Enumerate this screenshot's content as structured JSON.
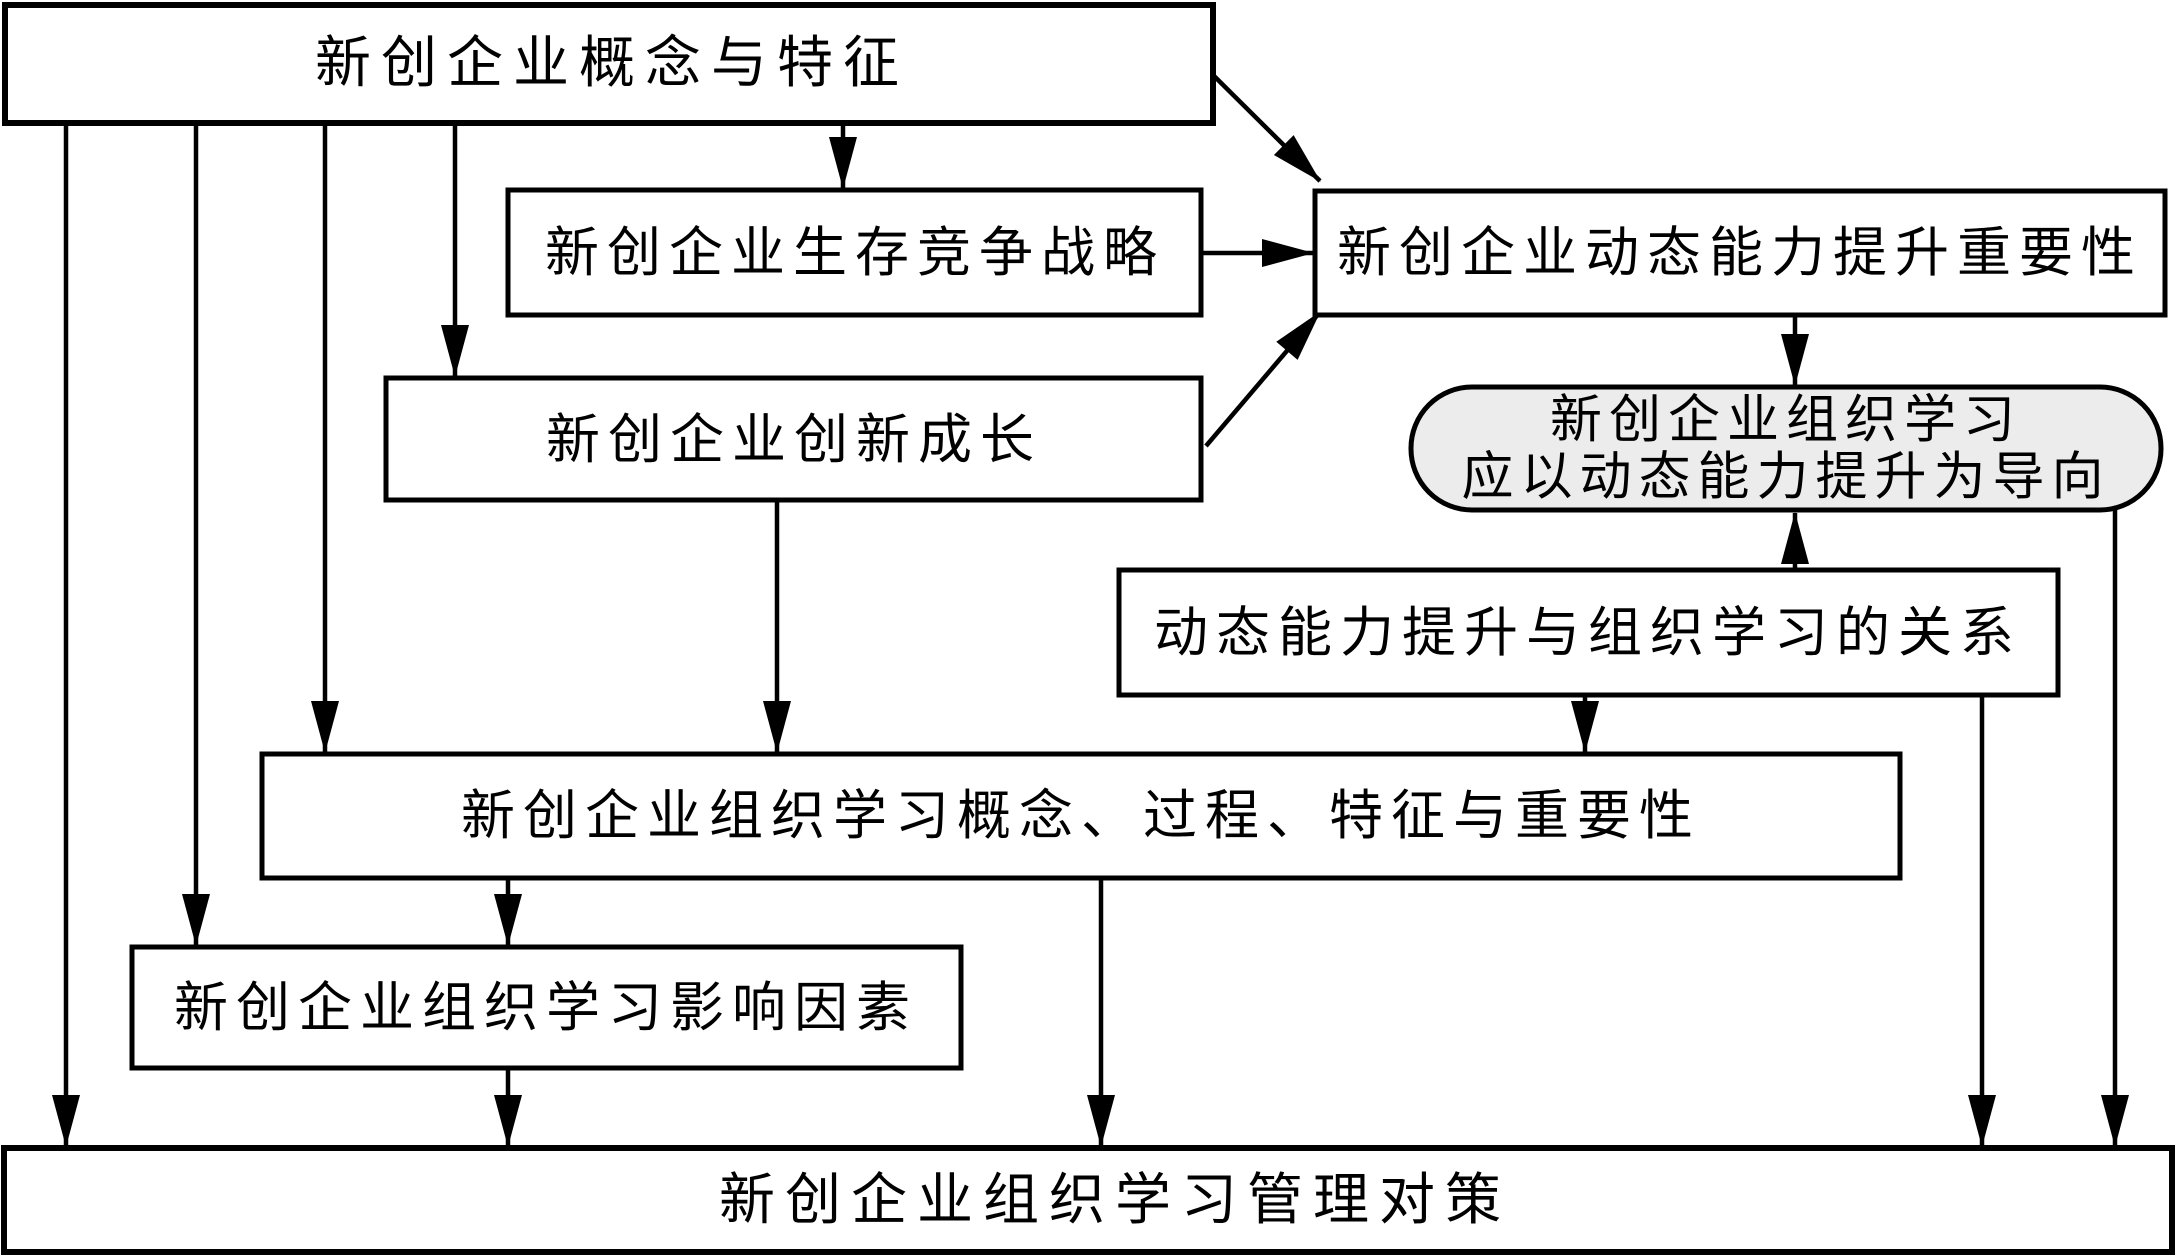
{
  "diagram": {
    "type": "flowchart",
    "language": "zh-CN",
    "colors": {
      "ink": "#000000",
      "box_fill": "#ffffff",
      "rounded_fill": "#ececec",
      "background": "#ffffff"
    },
    "boxes": {
      "concept": {
        "label": "新创企业概念与特征",
        "shape": "rect"
      },
      "survival": {
        "label": "新创企业生存竞争战略",
        "shape": "rect"
      },
      "innovation": {
        "label": "新创企业创新成长",
        "shape": "rect"
      },
      "importance": {
        "label": "新创企业动态能力提升重要性",
        "shape": "rect"
      },
      "orientation": {
        "line1": "新创企业组织学习",
        "line2": "应以动态能力提升为导向",
        "shape": "rounded"
      },
      "relationship": {
        "label": "动态能力提升与组织学习的关系",
        "shape": "rect"
      },
      "ol_overview": {
        "label": "新创企业组织学习概念、过程、特征与重要性",
        "shape": "rect"
      },
      "factors": {
        "label": "新创企业组织学习影响因素",
        "shape": "rect"
      },
      "strategy": {
        "label": "新创企业组织学习管理对策",
        "shape": "rect"
      }
    },
    "edges": [
      "concept -> strategy",
      "concept -> factors",
      "concept -> ol_overview",
      "concept -> innovation",
      "concept -> survival",
      "concept -> importance",
      "survival -> importance",
      "innovation -> importance",
      "innovation -> ol_overview",
      "importance -> orientation",
      "relationship -> orientation",
      "relationship -> ol_overview",
      "relationship -> strategy",
      "orientation -> strategy",
      "ol_overview -> factors",
      "ol_overview -> strategy",
      "factors -> strategy"
    ]
  }
}
